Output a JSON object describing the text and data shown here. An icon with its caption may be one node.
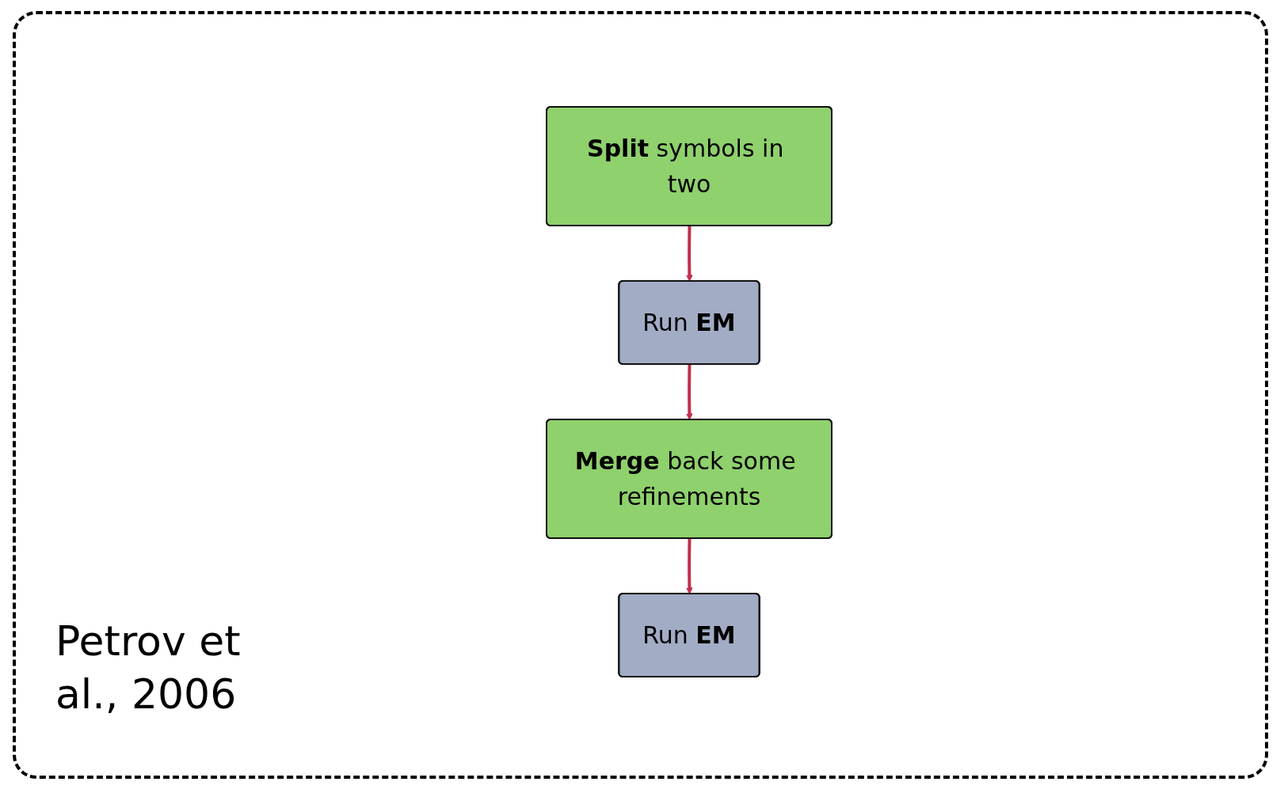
{
  "diagram": {
    "nodes": [
      {
        "text": [
          "**Split** symbols in two"
        ]
      },
      {
        "text": [
          "**Merge** back some refinements"
        ]
      },
      {
        "text": [
          "Run **EM**"
        ]
      },
      {
        "text": [
          "Run **EM**"
        ]
      }
    ],
    "edges": [
      {
        "from": 0,
        "to": 2,
        "arrow": "to"
      },
      {
        "from": 2,
        "to": 1,
        "arrow": "to"
      },
      {
        "from": 1,
        "to": 3,
        "arrow": "to"
      }
    ],
    "labels": [
      "Petrov et al., 2006"
    ]
  }
}
